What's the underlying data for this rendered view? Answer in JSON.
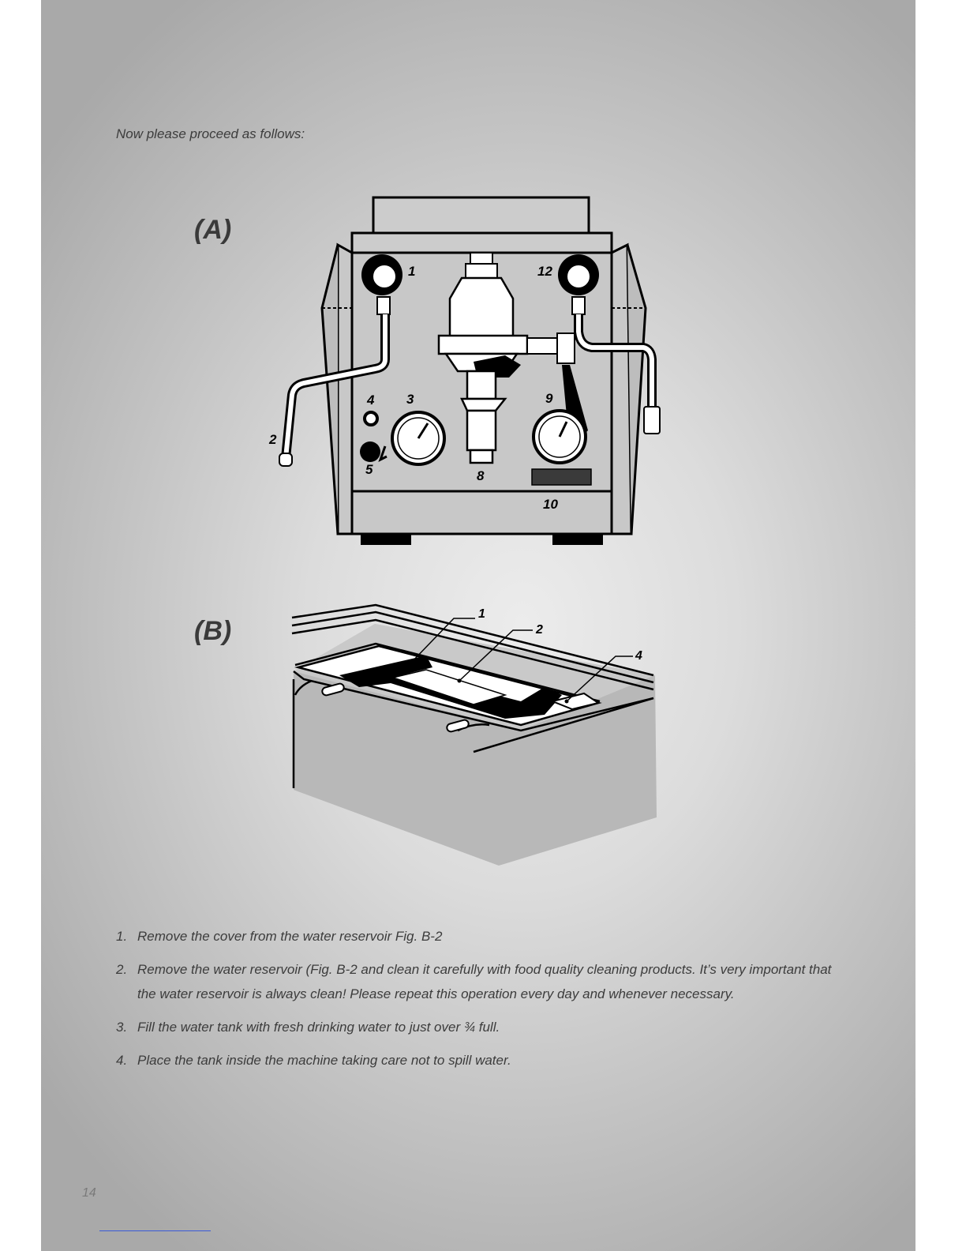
{
  "intro": "Now please proceed as follows:",
  "figure_a": {
    "label": "(A)",
    "callouts": [
      "1",
      "12",
      "2",
      "4",
      "3",
      "9",
      "5",
      "8",
      "10"
    ]
  },
  "figure_b": {
    "label": "(B)",
    "callouts": [
      "1",
      "2",
      "4"
    ]
  },
  "steps": [
    {
      "num": "1.",
      "text": "Remove the cover from the water reservoir Fig. B-2"
    },
    {
      "num": "2.",
      "text": "Remove the water reservoir (Fig. B-2 and clean it carefully with food quality cleaning products. It’s very important that the water reservoir is always clean! Please repeat this operation every day and whenever necessary."
    },
    {
      "num": "3.",
      "text": "Fill the water tank with fresh drinking water to just over ¾ full."
    },
    {
      "num": "4.",
      "text": "Place the tank inside the machine taking care not to spill water."
    }
  ],
  "page_number": "14"
}
